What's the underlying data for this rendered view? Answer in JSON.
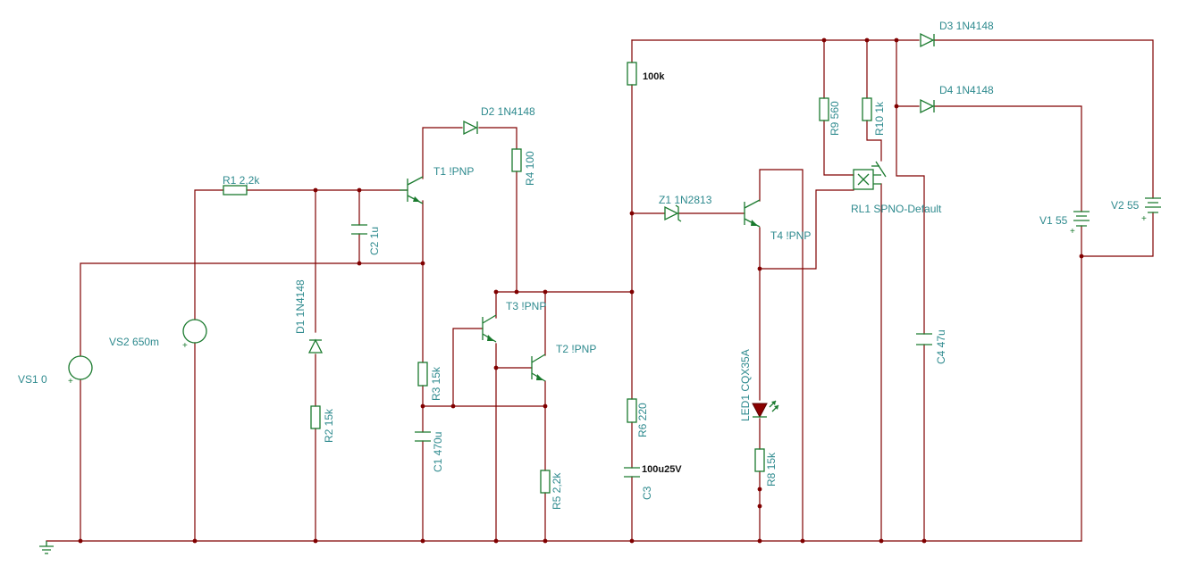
{
  "labels": {
    "vs1": "VS1 0",
    "vs2": "VS2 650m",
    "r1": "R1 2,2k",
    "d1": "D1 1N4148",
    "r2": "R2 15k",
    "c2": "C2 1u",
    "t1": "T1 !PNP",
    "d2": "D2 1N4148",
    "r4": "R4 100",
    "r3": "R3 15k",
    "c1": "C1 470u",
    "t3": "T3 !PNP",
    "t2": "T2 !PNP",
    "r5": "R5 2,2k",
    "r_top": "100k",
    "r6": "R6 220",
    "c3_val": "100u25V",
    "c3": "C3",
    "z1": "Z1 1N2813",
    "t4": "T4 !PNP",
    "led1": "LED1 CQX35A",
    "r8": "R8 15k",
    "r9": "R9 560",
    "r10": "R10 1k",
    "rl1": "RL1 SPNO-Default",
    "c4": "C4 47u",
    "d3": "D3 1N4148",
    "d4": "D4 1N4148",
    "v1": "V1 55",
    "v2": "V2 55"
  },
  "symbols": {
    "plus": "+"
  },
  "colors": {
    "wire": "#800000",
    "component": "#1a7a2e",
    "label": "#2e8a8e",
    "led": "#8b0000"
  }
}
